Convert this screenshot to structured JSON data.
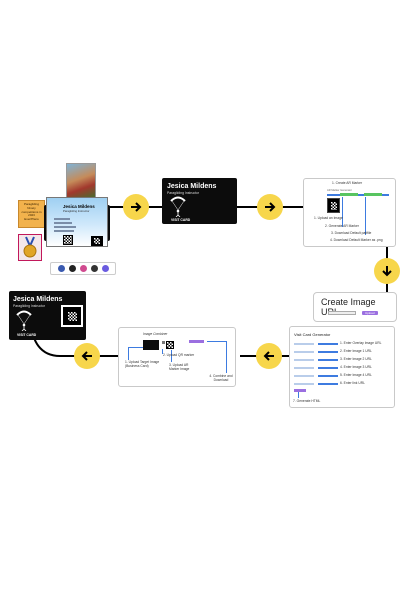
{
  "card": {
    "name": "Jesica Mildens",
    "title": "Paragliding Instructor",
    "visit": "VISIT CARD"
  },
  "flyer": {
    "lines": [
      "Paragliding",
      "Ninety",
      "competitions in",
      "2023",
      "Ever/Plans"
    ]
  },
  "marker_panel": {
    "step1": "1. Create AR Marker",
    "subtitle": "AR Marker Generator",
    "step2": "1. Upload an Image",
    "step3": "2. Generate AR Marker",
    "step4": "3. Download Default pattfile",
    "step5": "4. Download Default Marker as .png"
  },
  "url_panel": {
    "title": "Create Image URL",
    "button": "Upload"
  },
  "visit_gen": {
    "title": "Visit Card Generator",
    "steps": [
      "1. Enter Overlay Image URL",
      "2. Enter Image 1 URL",
      "3. Enter Image 2 URL",
      "4. Enter Image 3 URL",
      "5. Enter Image 4 URL",
      "6. Enter link URL"
    ],
    "generate": "7. Generate HTML"
  },
  "combiner": {
    "title": "Image Combiner",
    "step1": "1. Upload Target Image (Business Card)",
    "step2": "2. Upload QR marker",
    "step3": "3. Upload AR Marker Image",
    "step4": "4. Combine and Download"
  },
  "colors": {
    "accent": "#f7d64b",
    "card": "#0c0c0c",
    "link_blue": "#3d7be0",
    "green": "#58c460",
    "purple": "#9b6fe0"
  }
}
